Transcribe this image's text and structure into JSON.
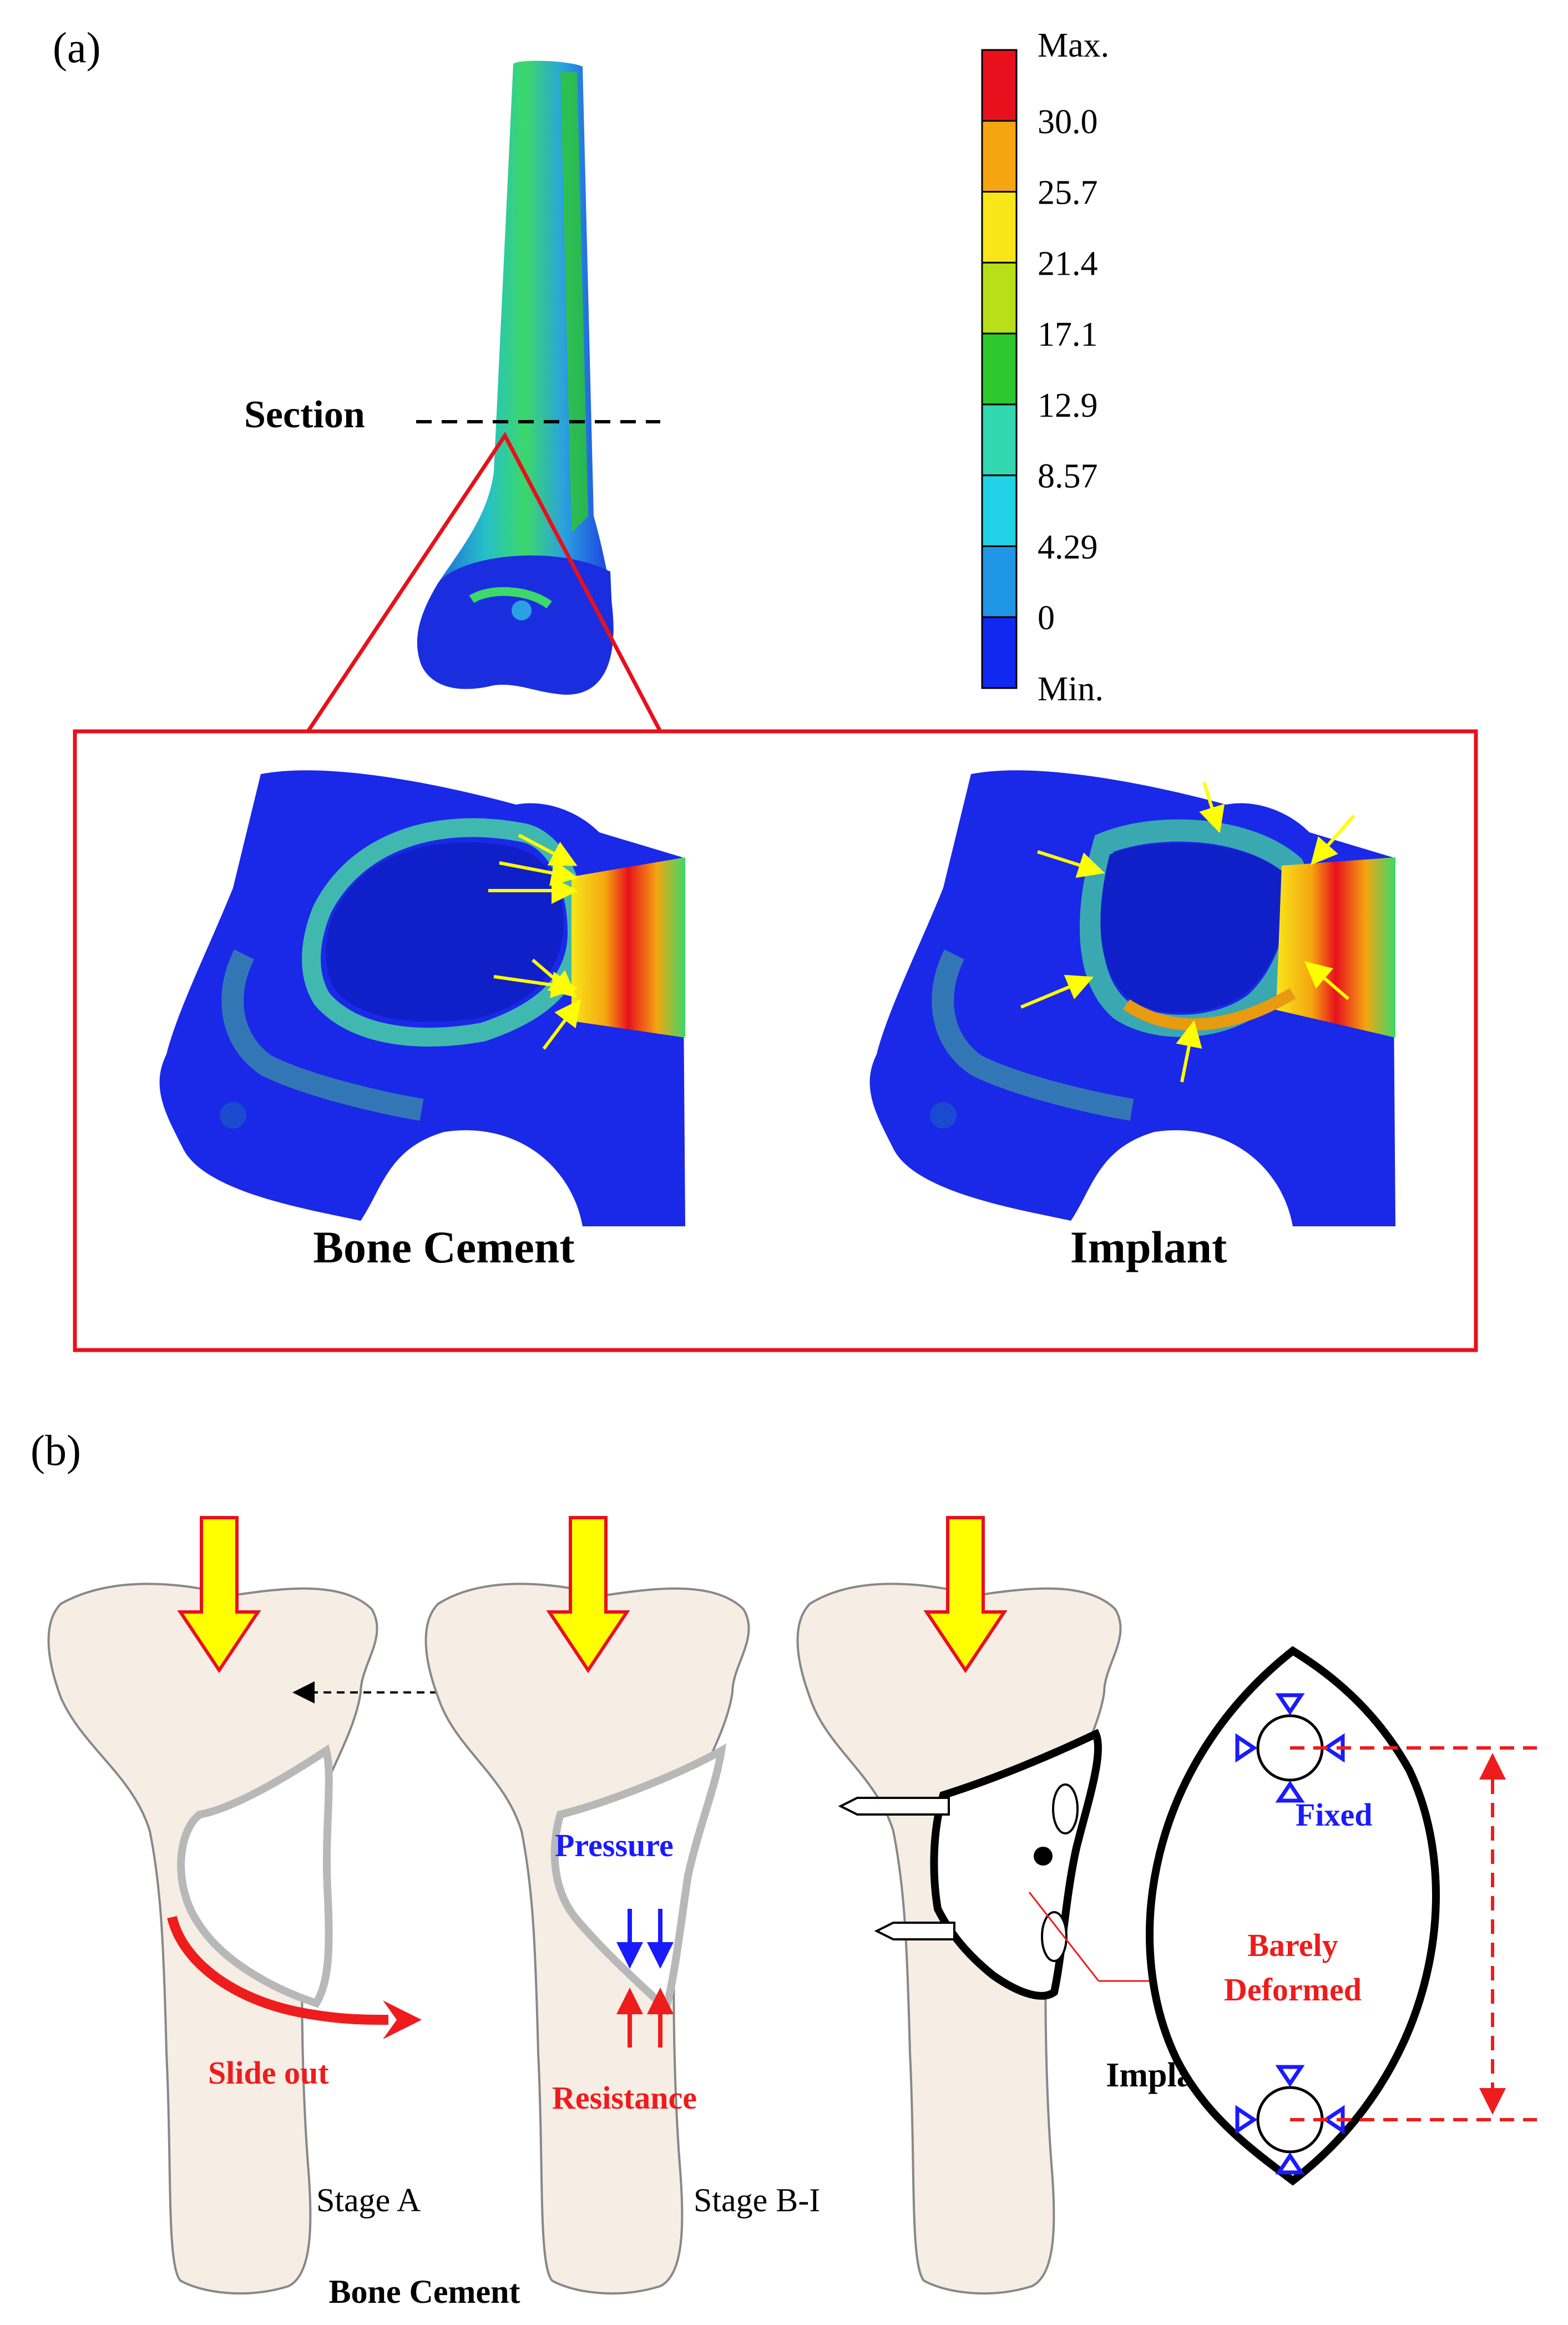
{
  "panel_a": {
    "label": "(a)",
    "section_label": "Section",
    "colorbar": {
      "max_label": "Max.",
      "min_label": "Min.",
      "ticks": [
        "30.0",
        "25.7",
        "21.4",
        "17.1",
        "12.9",
        "8.57",
        "4.29",
        "0"
      ],
      "colors": [
        "#e8101c",
        "#f5a510",
        "#f8e61a",
        "#b8e018",
        "#2cc82e",
        "#32d7b0",
        "#22d2e6",
        "#1f96e6",
        "#1028f0"
      ]
    },
    "zoom_left_caption": "Bone Cement",
    "zoom_right_caption": "Implant"
  },
  "panel_b": {
    "label": "(b)",
    "slide_out_label": "Slide out",
    "stage_a_label": "Stage A",
    "pressure_label": "Pressure",
    "resistance_label": "Resistance",
    "stage_b_label": "Stage B-I",
    "bone_cement_caption": "Bone Cement",
    "fixed_label": "Fixed",
    "barely_label": "Barely",
    "deformed_label": "Deformed",
    "implant_caption": "Implant"
  },
  "colors": {
    "bone_fill": "#f6ede4",
    "frame_red": "#e8101c",
    "arrow_yellow": "#ffff00",
    "blue_text": "#1a1aff",
    "red_text": "#ee1c1c"
  }
}
